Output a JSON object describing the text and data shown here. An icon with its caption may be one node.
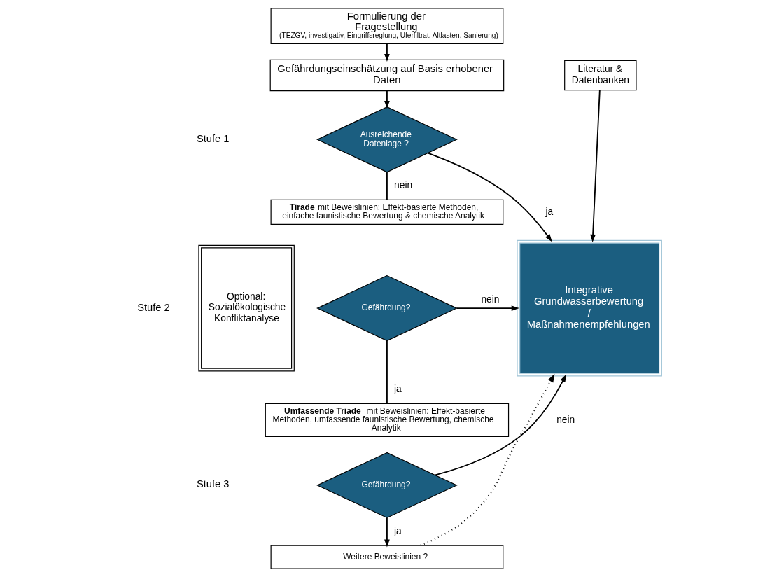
{
  "diagram": {
    "nodes": [
      {
        "text": [
          "Formulierung der Fragestellung",
          "(TEZGV, investigativ, Eingriffsreglung, Uferfiltrat, Altlasten, Sanierung)"
        ]
      },
      {
        "text": [
          "Gefährdungseinschätzung auf Basis erhobener Daten"
        ]
      },
      {
        "text": [
          "Literatur & Datenbanken"
        ]
      },
      {
        "text": [
          "Optional: Sozialökologische Konfliktanalyse"
        ]
      },
      {
        "text": [
          "Ausreichende Datenlage ?"
        ]
      },
      {
        "text": [
          "Integrative Grundwasserbewertung / Maßnahmenempfehlungen"
        ]
      },
      {
        "text": [
          "**Tirade** mit Beweislinien: Effekt-basierte Methoden, einfache faunistische Bewertung & chemische Analytik"
        ]
      },
      {
        "text": [
          "Gefährdung?"
        ]
      },
      {
        "text": [
          "**Umfassende Triade** mit Beweislinien: Effekt-basierte Methoden, umfassende faunistische Bewertung, chemische Analytik"
        ]
      },
      {
        "text": [
          "Gefährdung?"
        ]
      },
      {
        "text": [
          "Weitere Beweislinien ?"
        ]
      }
    ],
    "edges": [
      {
        "from": 0,
        "to": 1,
        "arrow": "to"
      },
      {
        "from": 1,
        "to": 4,
        "arrow": "to"
      },
      {
        "from": 2,
        "to": 5,
        "arrow": "to"
      },
      {
        "from": 4,
        "to": 5,
        "arrow": "to",
        "label": "ja"
      },
      {
        "from": 4,
        "to": 6,
        "arrow": "none",
        "label": "nein"
      },
      {
        "from": 7,
        "to": 5,
        "arrow": "to",
        "label": "nein"
      },
      {
        "from": 7,
        "to": 8,
        "arrow": "none",
        "label": "ja"
      },
      {
        "from": 9,
        "to": 5,
        "arrow": "to",
        "label": "nein"
      },
      {
        "from": 9,
        "to": 10,
        "arrow": "to",
        "label": "ja"
      },
      {
        "from": 10,
        "to": 5,
        "arrow": "to",
        "style": "dashed"
      }
    ],
    "labels": [
      "Stufe 1",
      "Stufe 2",
      "Stufe 3"
    ]
  }
}
